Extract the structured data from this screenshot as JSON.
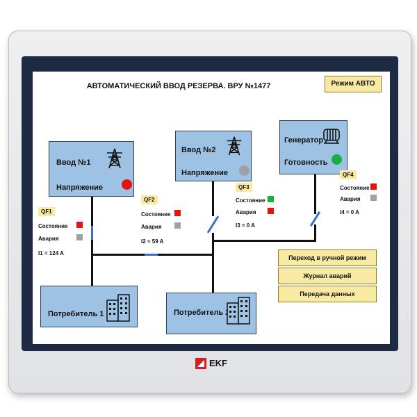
{
  "screen": {
    "title": "АВТОМАТИЧЕСКИЙ ВВОД РЕЗЕРВА. ВРУ №1477",
    "mode_button": "Режим АВТО"
  },
  "inputs": [
    {
      "name": "Ввод №1",
      "voltage_label": "Напряжение",
      "voltage_lamp": "#e8120c",
      "icon": "power-tower-icon"
    },
    {
      "name": "Ввод №2",
      "voltage_label": "Напряжение",
      "voltage_lamp": "#9fa1a4",
      "icon": "power-tower-icon"
    }
  ],
  "generator": {
    "name": "Генератор",
    "ready_label": "Готовность",
    "ready_lamp": "#16b03c",
    "icon": "generator-icon"
  },
  "breakers": [
    {
      "tag": "QF1",
      "state_label": "Состояние",
      "state_color": "#e8120c",
      "alarm_label": "Авария",
      "alarm_color": "#9fa1a4",
      "current": "I1 = 124 A"
    },
    {
      "tag": "QF2",
      "state_label": "Состояние",
      "state_color": "#e8120c",
      "alarm_label": "Авария",
      "alarm_color": "#9fa1a4",
      "current": "I2 = 59 A"
    },
    {
      "tag": "QF3",
      "state_label": "Состояние",
      "state_color": "#16b03c",
      "alarm_label": "Авария",
      "alarm_color": "#e8120c",
      "current": "I3 = 0 A"
    },
    {
      "tag": "QF4",
      "state_label": "Состояние",
      "state_color": "#e8120c",
      "alarm_label": "Авария",
      "alarm_color": "#9fa1a4",
      "current": "I4 = 0 A"
    }
  ],
  "consumers": [
    {
      "name": "Потребитель 1",
      "icon": "building-icon"
    },
    {
      "name": "Потребитель 2",
      "icon": "building-icon"
    }
  ],
  "actions": [
    {
      "label": "Переход в ручной режим"
    },
    {
      "label": "Журнал аварий"
    },
    {
      "label": "Передача данных"
    }
  ],
  "brand": {
    "name": "EKF",
    "logo_icon": "ekf-logo-icon",
    "colors": {
      "logo_red": "#d81e1e",
      "bezel": "#1e2a44",
      "panel": "#9dc2e4",
      "button": "#f8e9a3"
    }
  }
}
